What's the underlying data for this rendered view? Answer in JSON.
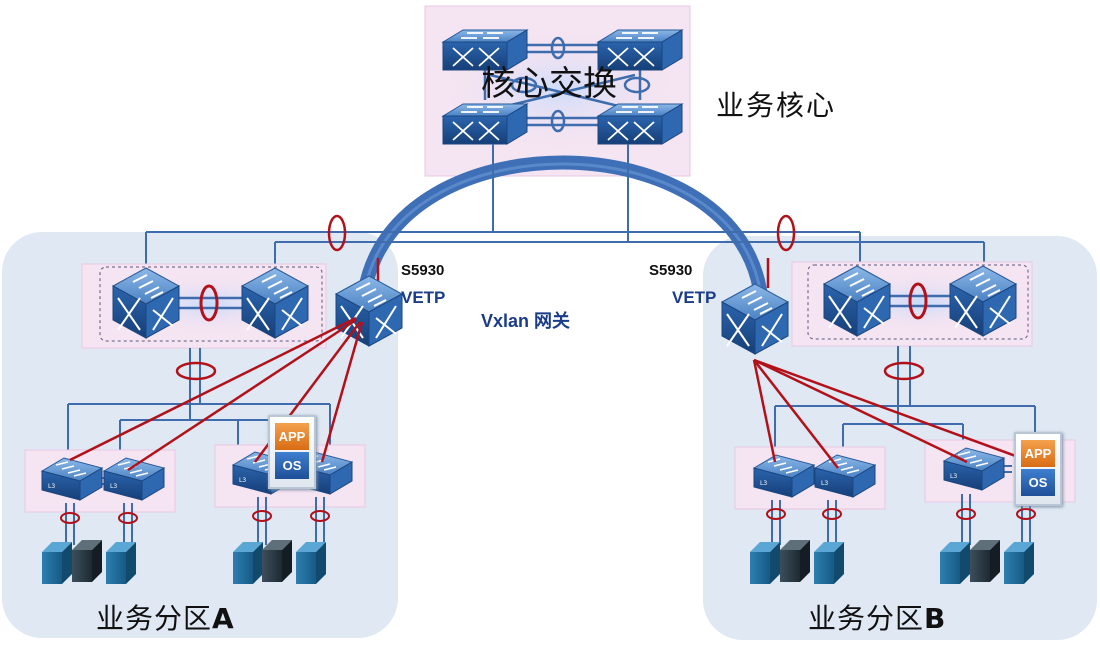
{
  "core": {
    "title": "核心交换",
    "label": "业务核心"
  },
  "gateway_label": "Vxlan  网关",
  "vtep_left": {
    "model": "S5930",
    "role": "VETP"
  },
  "vtep_right": {
    "model": "S5930",
    "role": "VETP"
  },
  "zone_a": {
    "prefix": "业务分区",
    "letter": "A"
  },
  "zone_b": {
    "prefix": "业务分区",
    "letter": "B"
  },
  "appos_left": {
    "app": "APP",
    "os": "OS"
  },
  "appos_right": {
    "app": "APP",
    "os": "OS"
  },
  "colors": {
    "zone_bg": "#dde7f3",
    "pink_box": "#f7e6f2",
    "link_blue": "#3f6cad",
    "link_red": "#b3111a",
    "arc": "#3e6fb7",
    "switch_top": "#5d95d4",
    "switch_side": "#1f5395"
  }
}
